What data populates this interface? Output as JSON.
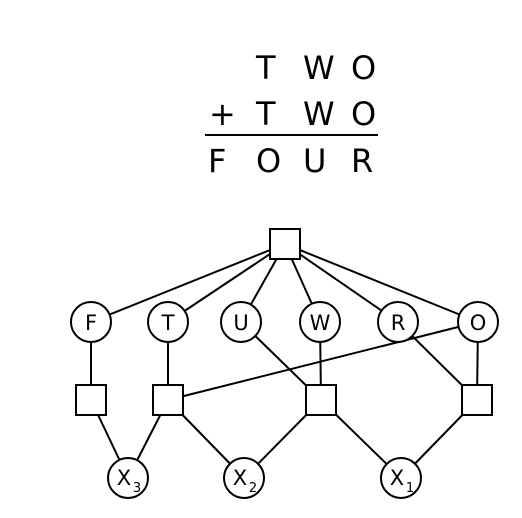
{
  "puzzle": {
    "row1": {
      "letters": [
        "T",
        "W",
        "O"
      ]
    },
    "row2": {
      "operator": "+",
      "letters": [
        "T",
        "W",
        "O"
      ]
    },
    "result": {
      "letters": [
        "F",
        "O",
        "U",
        "R"
      ]
    }
  },
  "graph": {
    "global_constraint": {
      "label": ""
    },
    "variables": [
      {
        "id": "F",
        "label": "F"
      },
      {
        "id": "T",
        "label": "T"
      },
      {
        "id": "U",
        "label": "U"
      },
      {
        "id": "W",
        "label": "W"
      },
      {
        "id": "R",
        "label": "R"
      },
      {
        "id": "O",
        "label": "O"
      }
    ],
    "carries": [
      {
        "id": "X3",
        "label": "X",
        "sub": "3"
      },
      {
        "id": "X2",
        "label": "X",
        "sub": "2"
      },
      {
        "id": "X1",
        "label": "X",
        "sub": "1"
      }
    ],
    "column_constraints": [
      {
        "id": "c1"
      },
      {
        "id": "c2"
      },
      {
        "id": "c3"
      },
      {
        "id": "c4"
      }
    ],
    "edges": [
      [
        "top",
        "F"
      ],
      [
        "top",
        "T"
      ],
      [
        "top",
        "U"
      ],
      [
        "top",
        "W"
      ],
      [
        "top",
        "R"
      ],
      [
        "top",
        "O"
      ],
      [
        "F",
        "c1"
      ],
      [
        "c1",
        "X3"
      ],
      [
        "T",
        "c2"
      ],
      [
        "c2",
        "X3"
      ],
      [
        "c2",
        "X2"
      ],
      [
        "c2",
        "O"
      ],
      [
        "U",
        "c3"
      ],
      [
        "W",
        "c3"
      ],
      [
        "c3",
        "X2"
      ],
      [
        "c3",
        "X1"
      ],
      [
        "R",
        "c4"
      ],
      [
        "O",
        "c4"
      ],
      [
        "c4",
        "X1"
      ]
    ]
  }
}
